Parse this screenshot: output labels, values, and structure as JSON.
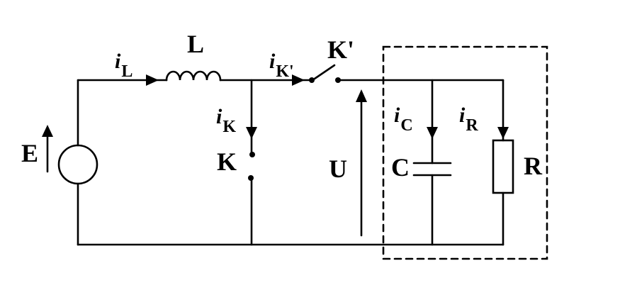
{
  "diagram": {
    "labels": {
      "source": "E",
      "inductor": "L",
      "switch_k": "K",
      "switch_kprime": "K'",
      "voltage": "U",
      "capacitor": "C",
      "resistor": "R"
    },
    "currents": {
      "inductor": {
        "symbol": "i",
        "sub": "L"
      },
      "switch_k": {
        "symbol": "i",
        "sub": "K"
      },
      "switch_kprime": {
        "symbol": "i",
        "sub": "K'"
      },
      "capacitor": {
        "symbol": "i",
        "sub": "C"
      },
      "resistor": {
        "symbol": "i",
        "sub": "R"
      }
    }
  }
}
